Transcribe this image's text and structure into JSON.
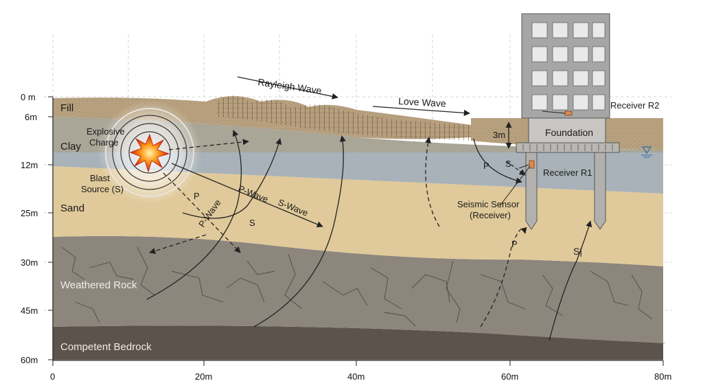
{
  "depth_axis": {
    "ticks": [
      "0 m",
      "6m",
      "12m",
      "25m",
      "30m",
      "45m",
      "60m"
    ]
  },
  "distance_axis": {
    "ticks": [
      "0",
      "20m",
      "40m",
      "60m",
      "80m"
    ]
  },
  "layers": {
    "fill": "Fill",
    "clay": "Clay",
    "sand": "Sand",
    "weathered_rock": "Weathered Rock",
    "bedrock": "Competent Bedrock"
  },
  "source": {
    "charge_line1": "Explosive",
    "charge_line2": "Charge",
    "blast_line1": "Blast",
    "blast_line2": "Source (S)"
  },
  "waves": {
    "rayleigh": "Rayleigh Wave",
    "love": "Love Wave",
    "p_wave": "P-Wave",
    "s_wave": "S-Wave",
    "p_wave_rot": "P-Wave",
    "p": "P",
    "s": "S",
    "p2": "P",
    "s2": "S",
    "p3": "P",
    "s3": "S|"
  },
  "structure": {
    "foundation": "Foundation",
    "receiver_r2": "Receiver R2",
    "receiver_r1": "Receiver R1",
    "depth_marker": "3m",
    "sensor_line1": "Seismic Sensor",
    "sensor_line2": "(Receiver)"
  },
  "colors": {
    "fill_soil": "#b8a17f",
    "clay": "#a9a597",
    "water_band": "#9faab0",
    "sand": "#e0c99a",
    "weathered_rock": "#8d867d",
    "bedrock": "#5b534c",
    "foundation": "#c8c6c2",
    "building": "#a6a6a6",
    "arrow": "#222222",
    "receiver": "#d98a50"
  }
}
